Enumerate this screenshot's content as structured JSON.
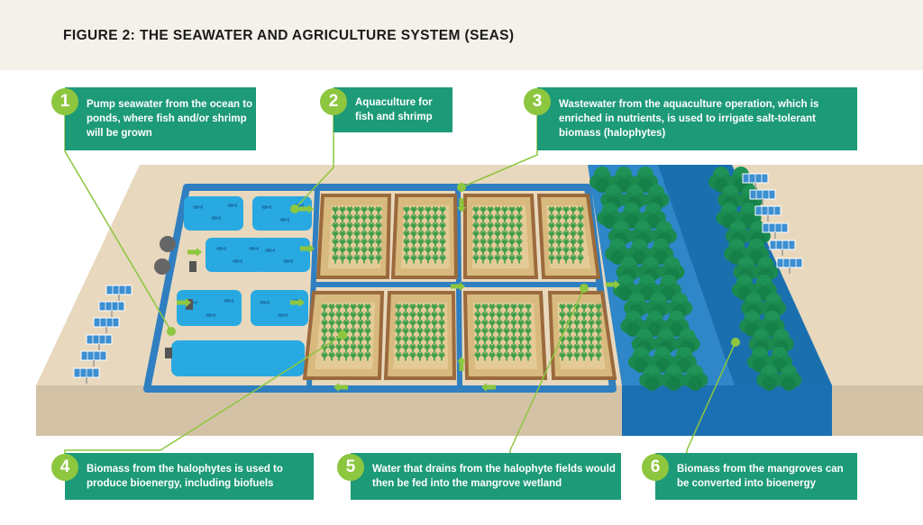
{
  "figure": {
    "title": "FIGURE 2: THE SEAWATER AND AGRICULTURE SYSTEM (SEAS)"
  },
  "callouts": [
    {
      "number": "1",
      "text": "Pump seawater from the ocean to ponds, where fish and/or shrimp will be grown"
    },
    {
      "number": "2",
      "text": "Aquaculture for fish and shrimp"
    },
    {
      "number": "3",
      "text": "Wastewater from the aquaculture operation, which is enriched in nutrients, is used to irrigate salt-tolerant biomass (halophytes)"
    },
    {
      "number": "4",
      "text": "Biomass from the halophytes is used to produce bioenergy, including biofuels"
    },
    {
      "number": "5",
      "text": "Water that drains from the halophyte fields would then be fed into the mangrove wetland"
    },
    {
      "number": "6",
      "text": "Biomass from the mangroves can be converted into bioenergy"
    }
  ],
  "colors": {
    "callout": "#1d9a78",
    "badge": "#8dc63f",
    "leader": "#8dc63f",
    "land_top": "#e8d8bd",
    "land_side": "#d4c2a6",
    "channel": "#2f7fc1",
    "pond": "#29a9e1",
    "field": "#d8b97e",
    "field_border": "#9b6a3c",
    "plant": "#3e9e4a",
    "mangrove": "#1d8a55",
    "wetland": "#1a6fae",
    "solar": "#3c8fd1"
  },
  "icons": [
    "solar-panel-icon",
    "pump-icon",
    "flow-arrow-icon",
    "mangrove-tree-icon",
    "halophyte-plant-icon",
    "fish-icon"
  ]
}
